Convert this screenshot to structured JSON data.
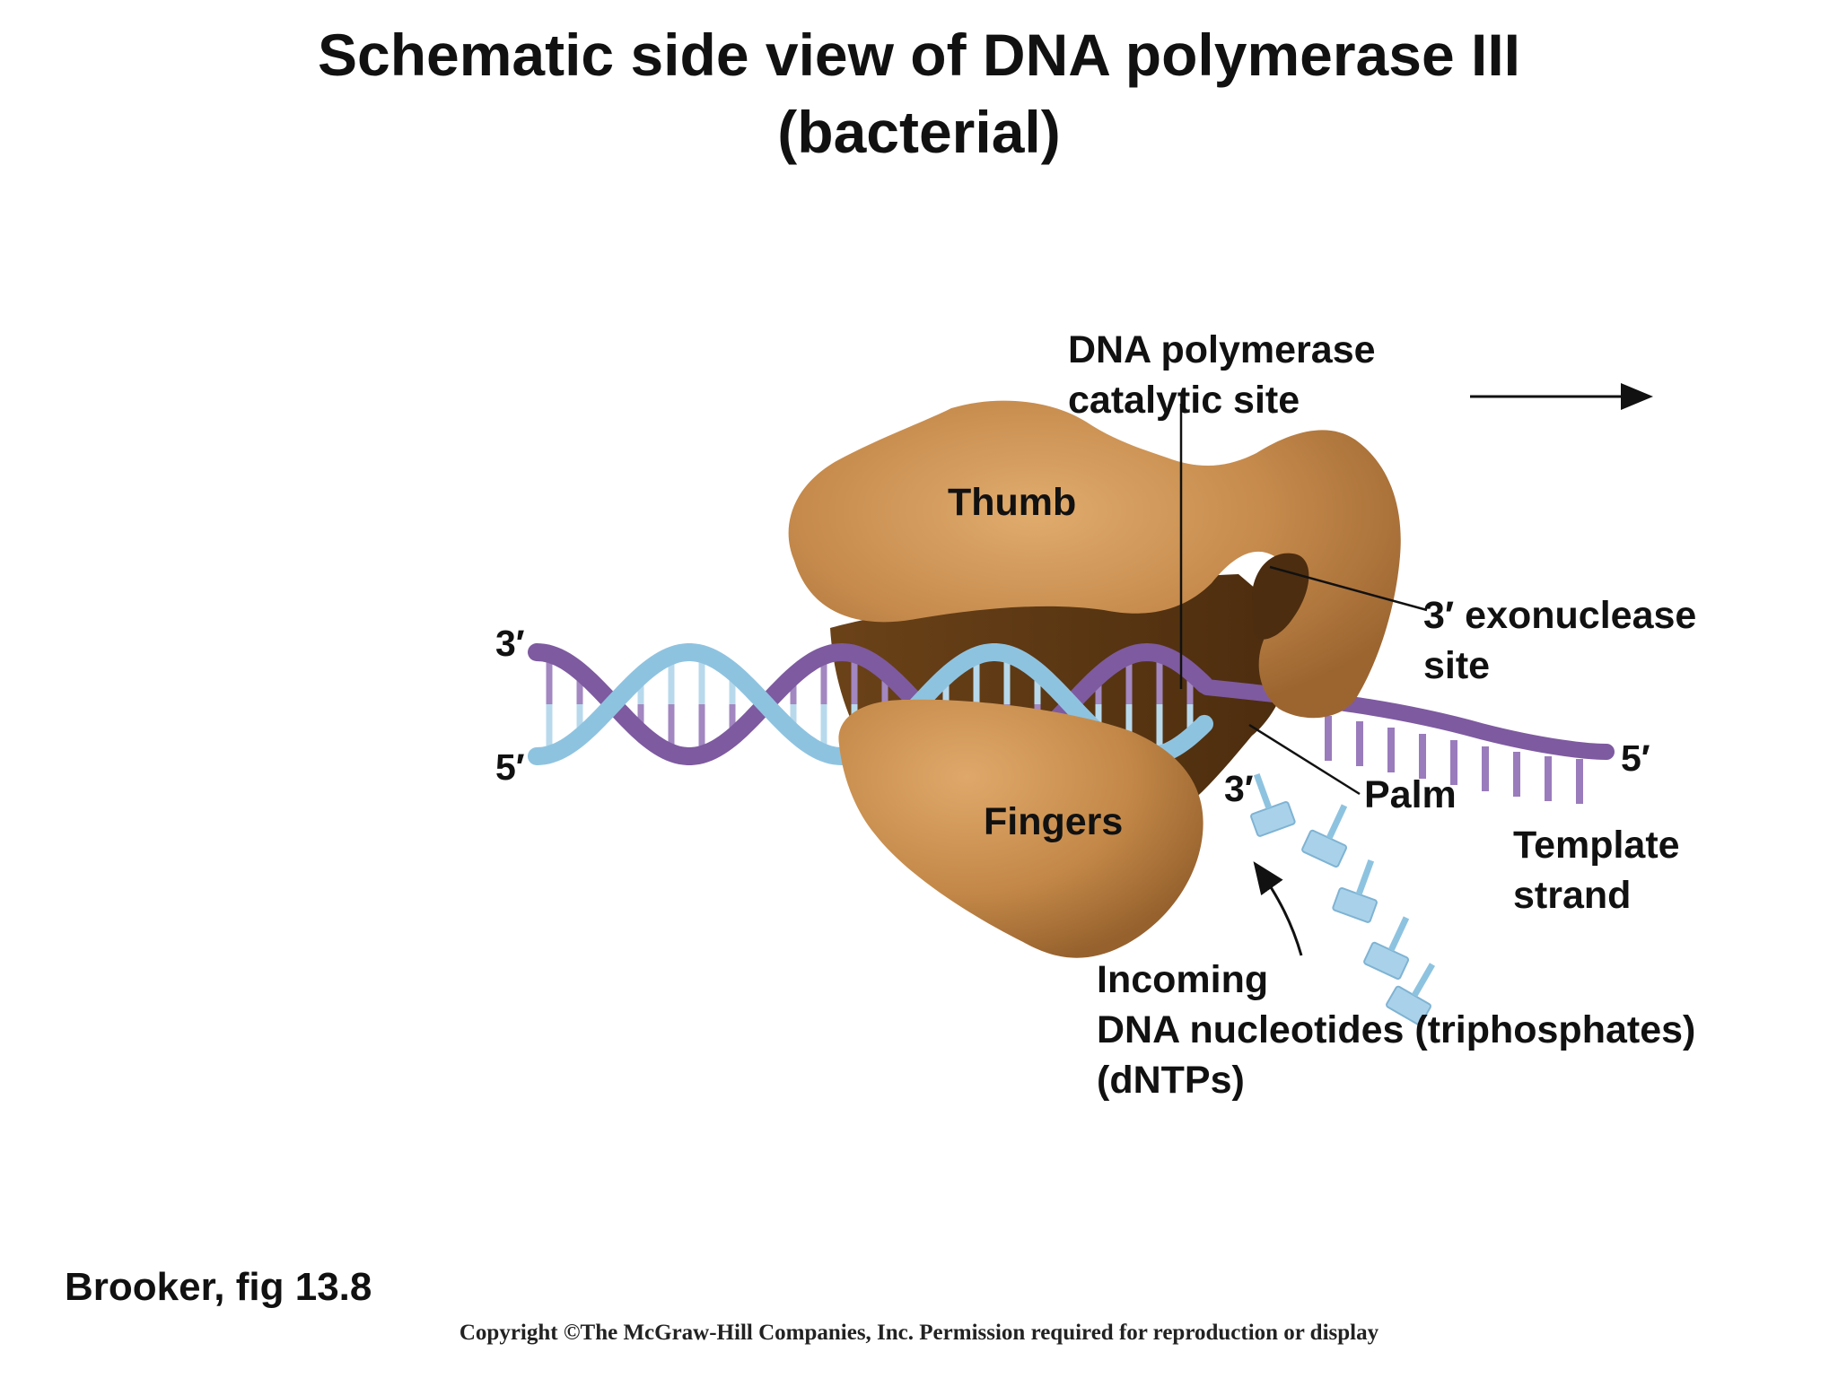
{
  "title": {
    "line1": "Schematic side view of DNA polymerase III",
    "line2": "(bacterial)"
  },
  "labels": {
    "catalytic_site": {
      "line1": "DNA polymerase",
      "line2": "catalytic site"
    },
    "thumb": "Thumb",
    "exonuclease_site": {
      "line1": "3′ exonuclease",
      "line2": "site"
    },
    "left_3prime": "3′",
    "left_5prime": "5′",
    "right_5prime": "5′",
    "new_strand_3prime": "3′",
    "palm": "Palm",
    "fingers": "Fingers",
    "template_strand": {
      "line1": "Template",
      "line2": "strand"
    },
    "incoming": {
      "line1": "Incoming",
      "line2": "DNA nucleotides (triphosphates)",
      "line3": "(dNTPs)"
    }
  },
  "source": "Brooker, fig 13.8",
  "copyright": "Copyright ©The McGraw-Hill Companies, Inc. Permission required for reproduction or display",
  "colors": {
    "protein": "#c58a4c",
    "protein_dark": "#5e3a16",
    "template_strand": "#7e5aa0",
    "new_strand": "#8ec3e0"
  }
}
